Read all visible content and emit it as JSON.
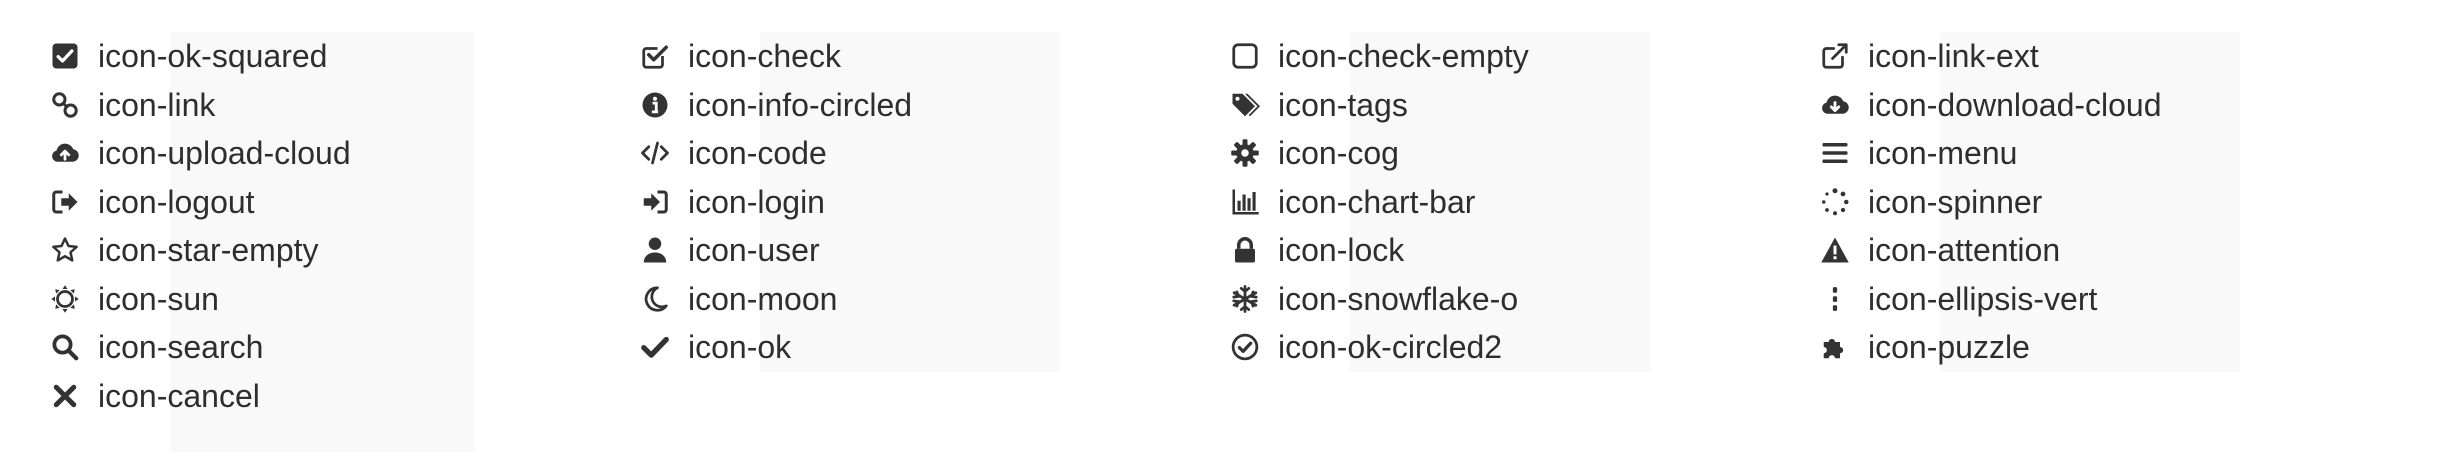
{
  "columns": [
    {
      "items": [
        {
          "icon": "ok-squared-icon",
          "label": "icon-ok-squared"
        },
        {
          "icon": "link-icon",
          "label": "icon-link"
        },
        {
          "icon": "upload-cloud-icon",
          "label": "icon-upload-cloud"
        },
        {
          "icon": "logout-icon",
          "label": "icon-logout"
        },
        {
          "icon": "star-empty-icon",
          "label": "icon-star-empty"
        },
        {
          "icon": "sun-icon",
          "label": "icon-sun"
        },
        {
          "icon": "search-icon",
          "label": "icon-search"
        },
        {
          "icon": "cancel-icon",
          "label": "icon-cancel"
        }
      ]
    },
    {
      "items": [
        {
          "icon": "check-icon",
          "label": "icon-check"
        },
        {
          "icon": "info-circled-icon",
          "label": "icon-info-circled"
        },
        {
          "icon": "code-icon",
          "label": "icon-code"
        },
        {
          "icon": "login-icon",
          "label": "icon-login"
        },
        {
          "icon": "user-icon",
          "label": "icon-user"
        },
        {
          "icon": "moon-icon",
          "label": "icon-moon"
        },
        {
          "icon": "ok-icon",
          "label": "icon-ok"
        }
      ]
    },
    {
      "items": [
        {
          "icon": "check-empty-icon",
          "label": "icon-check-empty"
        },
        {
          "icon": "tags-icon",
          "label": "icon-tags"
        },
        {
          "icon": "cog-icon",
          "label": "icon-cog"
        },
        {
          "icon": "chart-bar-icon",
          "label": "icon-chart-bar"
        },
        {
          "icon": "lock-icon",
          "label": "icon-lock"
        },
        {
          "icon": "snowflake-o-icon",
          "label": "icon-snowflake-o"
        },
        {
          "icon": "ok-circled2-icon",
          "label": "icon-ok-circled2"
        }
      ]
    },
    {
      "items": [
        {
          "icon": "link-ext-icon",
          "label": "icon-link-ext"
        },
        {
          "icon": "download-cloud-icon",
          "label": "icon-download-cloud"
        },
        {
          "icon": "menu-icon",
          "label": "icon-menu"
        },
        {
          "icon": "spinner-icon",
          "label": "icon-spinner"
        },
        {
          "icon": "attention-icon",
          "label": "icon-attention"
        },
        {
          "icon": "ellipsis-vert-icon",
          "label": "icon-ellipsis-vert"
        },
        {
          "icon": "puzzle-icon",
          "label": "icon-puzzle"
        }
      ]
    }
  ],
  "colors": {
    "icon": "#333333",
    "text": "#2e2e2e",
    "panel": "#f9f9f9"
  }
}
